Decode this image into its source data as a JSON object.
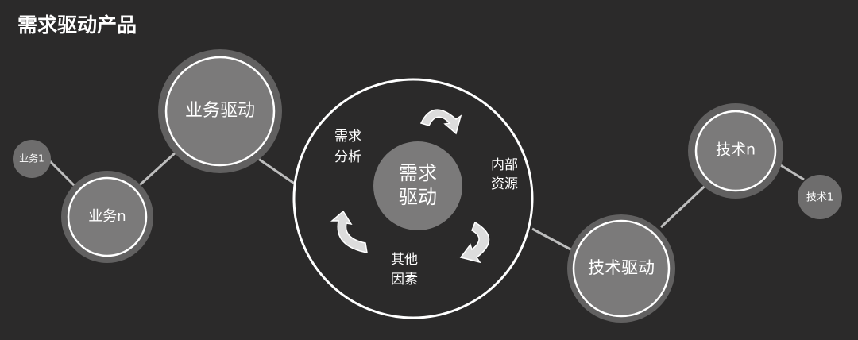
{
  "title": "需求驱动产品",
  "center": {
    "line1": "需求",
    "line2": "驱动"
  },
  "factors": {
    "analysis": {
      "line1": "需求",
      "line2": "分析"
    },
    "resources": {
      "line1": "内部",
      "line2": "资源"
    },
    "other": {
      "line1": "其他",
      "line2": "因素"
    }
  },
  "business": {
    "main": "业务驱动",
    "n": "业务n",
    "one": "业务1"
  },
  "technology": {
    "main": "技术驱动",
    "n": "技术n",
    "one": "技术1"
  }
}
